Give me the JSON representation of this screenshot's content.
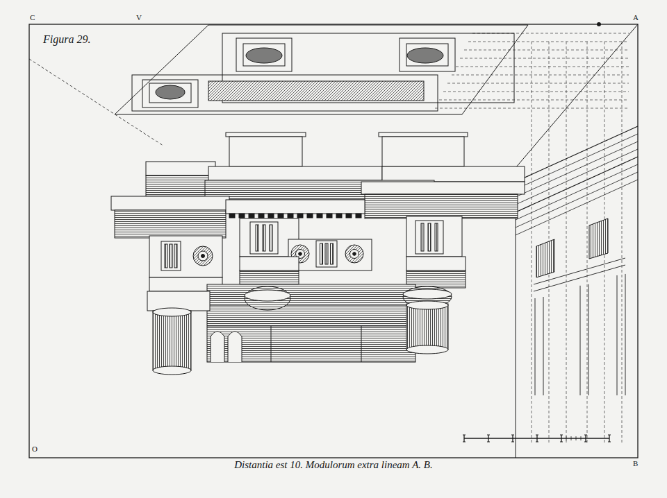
{
  "diagram": {
    "title": "Figura 29.",
    "caption": "Distantia est 10. Modulorum extra lineam A. B.",
    "labels": [
      "C",
      "V",
      "A",
      "O",
      "B"
    ]
  }
}
